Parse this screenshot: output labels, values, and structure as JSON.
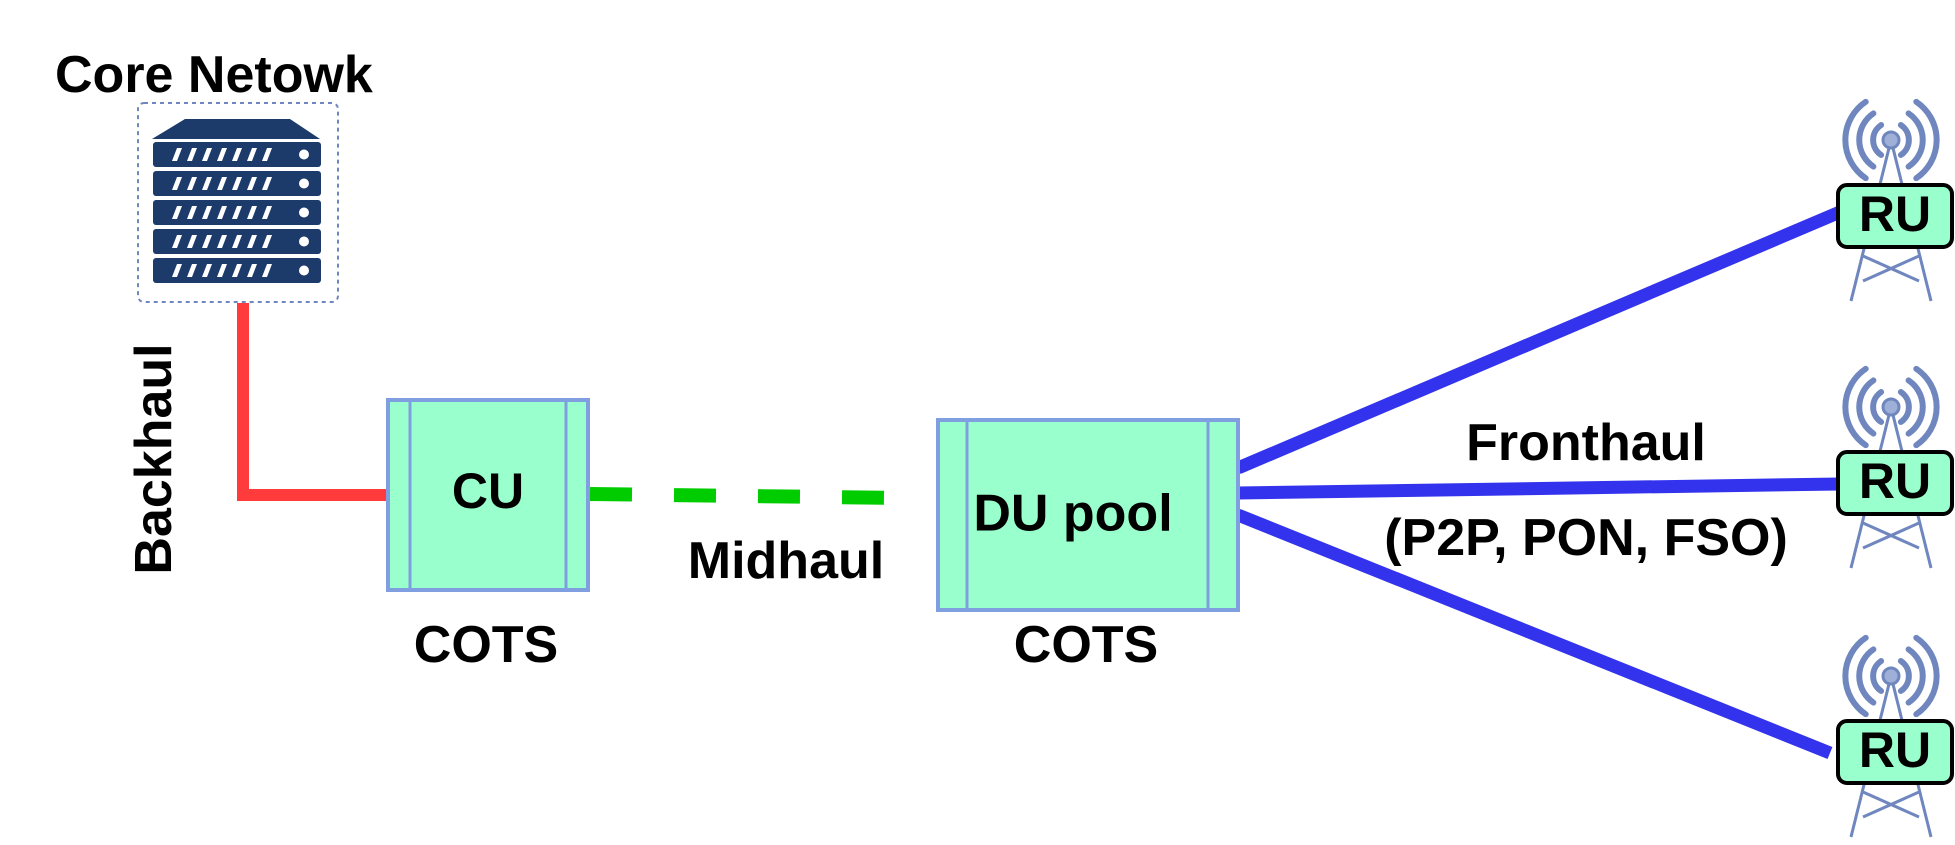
{
  "core": {
    "label": "Core Netowk"
  },
  "backhaul": {
    "label": "Backhaul"
  },
  "cu": {
    "label": "CU",
    "platform": "COTS"
  },
  "midhaul": {
    "label": "Midhaul"
  },
  "du": {
    "label": "DU pool",
    "platform": "COTS"
  },
  "fronthaul": {
    "label": "Fronthaul",
    "options": "(P2P, PON, FSO)"
  },
  "radio_units": [
    {
      "label": "RU"
    },
    {
      "label": "RU"
    },
    {
      "label": "RU"
    }
  ],
  "colors": {
    "backhaul": "#ff3b3b",
    "midhaul": "#00cc00",
    "fronthaul": "#3333ee",
    "box_fill": "#99ffcc",
    "box_border": "#7f9fe0",
    "server": "#1c3b6a",
    "antenna": "#6f86be"
  },
  "icons": {
    "core": "server-rack-icon",
    "ru": "cell-tower-icon"
  }
}
